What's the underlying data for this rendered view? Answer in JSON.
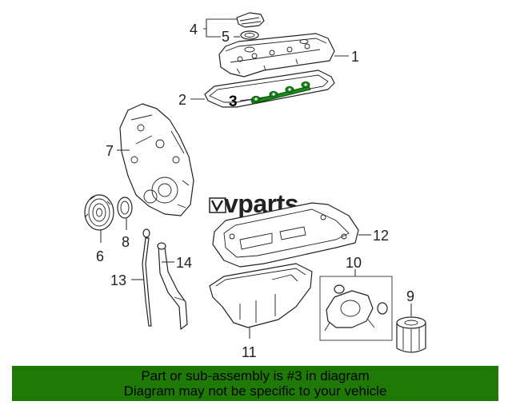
{
  "diagram": {
    "callouts": [
      "1",
      "2",
      "3",
      "4",
      "5",
      "6",
      "7",
      "8",
      "9",
      "10",
      "11",
      "12",
      "13",
      "14"
    ],
    "watermark": "vparts",
    "highlighted_part": "3",
    "highlight_color": "#1a8a1a"
  },
  "banner": {
    "line1": "Part or sub-assembly is #3 in diagram",
    "line2": "Diagram may not be specific to your vehicle",
    "background": "#1e7a05"
  }
}
